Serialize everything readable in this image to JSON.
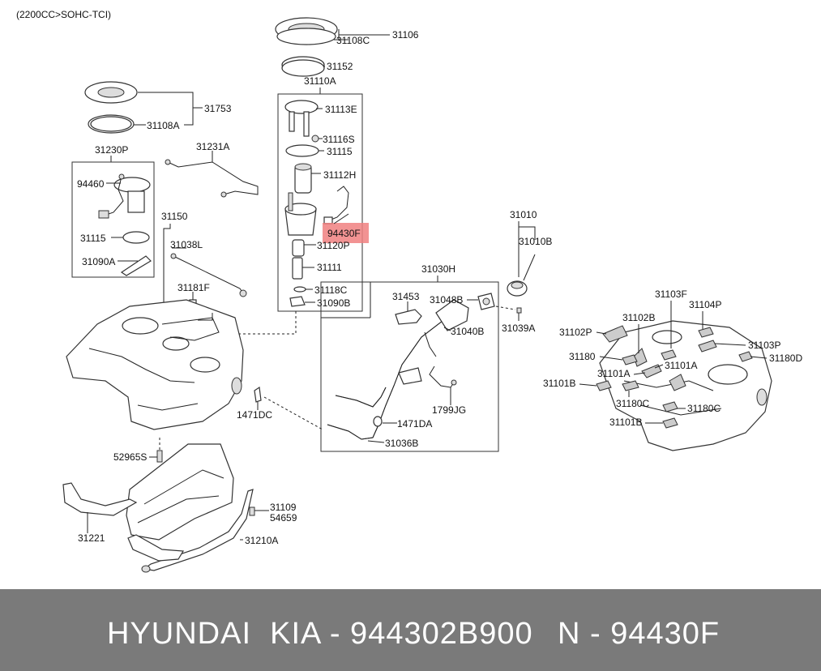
{
  "diagram": {
    "engine_note": "(2200CC>SOHC-TCI)",
    "highlight_color": "#f08080",
    "labels": {
      "p31106": "31106",
      "p31108C": "31108C",
      "p31152": "31152",
      "p31110A": "31110A",
      "p31113E": "31113E",
      "p31116S": "31116S",
      "p31115a": "31115",
      "p31112H": "31112H",
      "p94430F": "94430F",
      "p31120P": "31120P",
      "p31111": "31111",
      "p31118C": "31118C",
      "p31090Ba": "31090B",
      "p31753": "31753",
      "p31108A": "31108A",
      "p31230P": "31230P",
      "p31231A": "31231A",
      "p94460": "94460",
      "p31115b": "31115",
      "p31090A": "31090A",
      "p31150": "31150",
      "p31038L": "31038L",
      "p31181F": "31181F",
      "p1471DCa": "1471DC",
      "p52965S": "52965S",
      "p31109": "31109",
      "p54659": "54659",
      "p31221": "31221",
      "p31210A": "31210A",
      "p31030H": "31030H",
      "p31453": "31453",
      "p31048B": "31048B",
      "p31040B": "31040B",
      "p1799JG": "1799JG",
      "p1471DA": "1471DA",
      "p31036B": "31036B",
      "p31010": "31010",
      "p31010B": "31010B",
      "p31039A": "31039A",
      "p31103F": "31103F",
      "p31104P": "31104P",
      "p31102B": "31102B",
      "p31102P": "31102P",
      "p31103P": "31103P",
      "p31180a": "31180",
      "p31180D": "31180D",
      "p31101Aa": "31101A",
      "p31101Ab": "31101A",
      "p31101Ba": "31101B",
      "p31180C_a": "31180C",
      "p31180C_b": "31180C",
      "p31101Bb": "31101B"
    }
  },
  "banner": {
    "brand": "HYUNDAI  KIA - 944302B900",
    "code": "N - 94430F"
  }
}
